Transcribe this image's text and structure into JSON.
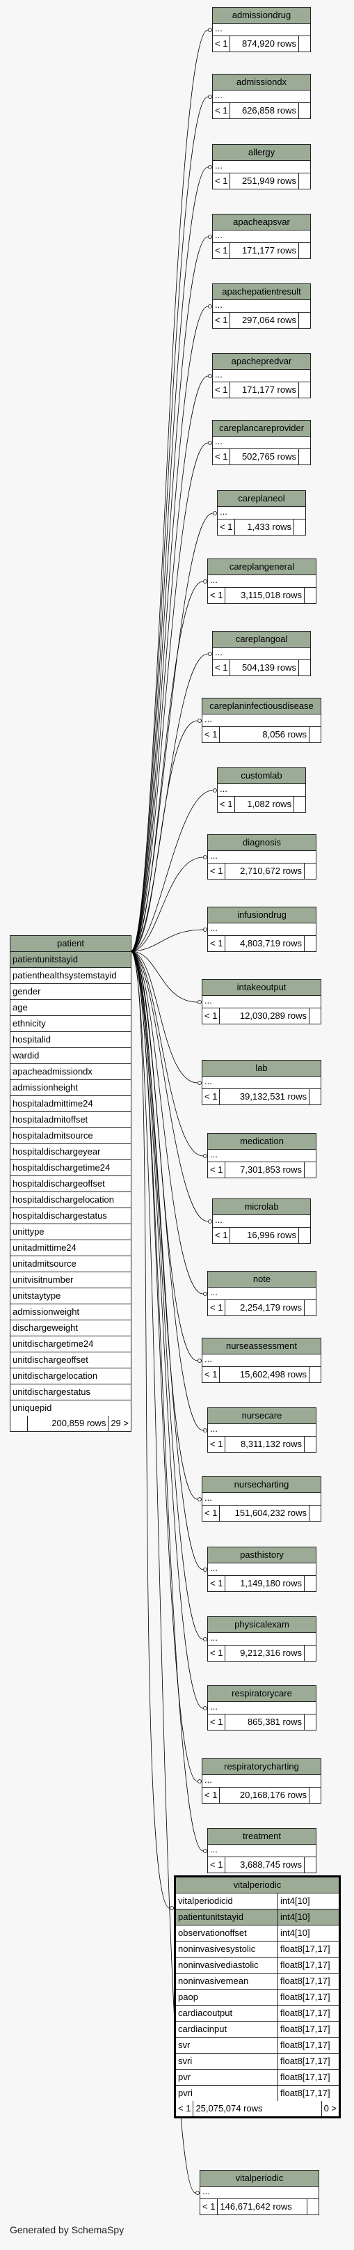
{
  "tables": [
    {
      "name": "admissiondrug",
      "rows": "874,920 rows",
      "rows_prefix": "< 1",
      "ellipsis": "..."
    },
    {
      "name": "admissiondx",
      "rows": "626,858 rows",
      "rows_prefix": "< 1",
      "ellipsis": "..."
    },
    {
      "name": "allergy",
      "rows": "251,949 rows",
      "rows_prefix": "< 1",
      "ellipsis": "..."
    },
    {
      "name": "apacheapsvar",
      "rows": "171,177 rows",
      "rows_prefix": "< 1",
      "ellipsis": "..."
    },
    {
      "name": "apachepatientresult",
      "rows": "297,064 rows",
      "rows_prefix": "< 1",
      "ellipsis": "..."
    },
    {
      "name": "apachepredvar",
      "rows": "171,177 rows",
      "rows_prefix": "< 1",
      "ellipsis": "..."
    },
    {
      "name": "careplancareprovider",
      "rows": "502,765 rows",
      "rows_prefix": "< 1",
      "ellipsis": "..."
    },
    {
      "name": "careplaneol",
      "rows": "1,433 rows",
      "rows_prefix": "< 1",
      "ellipsis": "..."
    },
    {
      "name": "careplangeneral",
      "rows": "3,115,018 rows",
      "rows_prefix": "< 1",
      "ellipsis": "..."
    },
    {
      "name": "careplangoal",
      "rows": "504,139 rows",
      "rows_prefix": "< 1",
      "ellipsis": "..."
    },
    {
      "name": "careplaninfectiousdisease",
      "rows": "8,056 rows",
      "rows_prefix": "< 1",
      "ellipsis": "..."
    },
    {
      "name": "customlab",
      "rows": "1,082 rows",
      "rows_prefix": "< 1",
      "ellipsis": "..."
    },
    {
      "name": "diagnosis",
      "rows": "2,710,672 rows",
      "rows_prefix": "< 1",
      "ellipsis": "..."
    },
    {
      "name": "infusiondrug",
      "rows": "4,803,719 rows",
      "rows_prefix": "< 1",
      "ellipsis": "..."
    },
    {
      "name": "intakeoutput",
      "rows": "12,030,289 rows",
      "rows_prefix": "< 1",
      "ellipsis": "..."
    },
    {
      "name": "lab",
      "rows": "39,132,531 rows",
      "rows_prefix": "< 1",
      "ellipsis": "..."
    },
    {
      "name": "medication",
      "rows": "7,301,853 rows",
      "rows_prefix": "< 1",
      "ellipsis": "..."
    },
    {
      "name": "microlab",
      "rows": "16,996 rows",
      "rows_prefix": "< 1",
      "ellipsis": "..."
    },
    {
      "name": "note",
      "rows": "2,254,179 rows",
      "rows_prefix": "< 1",
      "ellipsis": "..."
    },
    {
      "name": "nurseassessment",
      "rows": "15,602,498 rows",
      "rows_prefix": "< 1",
      "ellipsis": "..."
    },
    {
      "name": "nursecare",
      "rows": "8,311,132 rows",
      "rows_prefix": "< 1",
      "ellipsis": "..."
    },
    {
      "name": "nursecharting",
      "rows": "151,604,232 rows",
      "rows_prefix": "< 1",
      "ellipsis": "..."
    },
    {
      "name": "pasthistory",
      "rows": "1,149,180 rows",
      "rows_prefix": "< 1",
      "ellipsis": "..."
    },
    {
      "name": "physicalexam",
      "rows": "9,212,316 rows",
      "rows_prefix": "< 1",
      "ellipsis": "..."
    },
    {
      "name": "respiratorycare",
      "rows": "865,381 rows",
      "rows_prefix": "< 1",
      "ellipsis": "..."
    },
    {
      "name": "respiratorycharting",
      "rows": "20,168,176 rows",
      "rows_prefix": "< 1",
      "ellipsis": "..."
    },
    {
      "name": "treatment",
      "rows": "3,688,745 rows",
      "rows_prefix": "< 1",
      "ellipsis": "..."
    }
  ],
  "patient": {
    "name": "patient",
    "columns": [
      "patientunitstayid",
      "patienthealthsystemstayid",
      "gender",
      "age",
      "ethnicity",
      "hospitalid",
      "wardid",
      "apacheadmissiondx",
      "admissionheight",
      "hospitaladmittime24",
      "hospitaladmitoffset",
      "hospitaladmitsource",
      "hospitaldischargeyear",
      "hospitaldischargetime24",
      "hospitaldischargeoffset",
      "hospitaldischargelocation",
      "hospitaldischargestatus",
      "unittype",
      "unitadmittime24",
      "unitadmitsource",
      "unitvisitnumber",
      "unitstaytype",
      "admissionweight",
      "dischargeweight",
      "unitdischargetime24",
      "unitdischargeoffset",
      "unitdischargelocation",
      "unitdischargestatus",
      "uniquepid"
    ],
    "rows": "200,859 rows",
    "children": "29 >"
  },
  "vitalperiodic_focus": {
    "name": "vitalperiodic",
    "columns": [
      {
        "name": "vitalperiodicid",
        "type": "int4[10]"
      },
      {
        "name": "patientunitstayid",
        "type": "int4[10]"
      },
      {
        "name": "observationoffset",
        "type": "int4[10]"
      },
      {
        "name": "noninvasivesystolic",
        "type": "float8[17,17]"
      },
      {
        "name": "noninvasivediastolic",
        "type": "float8[17,17]"
      },
      {
        "name": "noninvasivemean",
        "type": "float8[17,17]"
      },
      {
        "name": "paop",
        "type": "float8[17,17]"
      },
      {
        "name": "cardiacoutput",
        "type": "float8[17,17]"
      },
      {
        "name": "cardiacinput",
        "type": "float8[17,17]"
      },
      {
        "name": "svr",
        "type": "float8[17,17]"
      },
      {
        "name": "svri",
        "type": "float8[17,17]"
      },
      {
        "name": "pvr",
        "type": "float8[17,17]"
      },
      {
        "name": "pvri",
        "type": "float8[17,17]"
      }
    ],
    "rows_prefix": "< 1",
    "rows": "25,075,074 rows",
    "children": "0 >"
  },
  "vitalperiodic_small": {
    "name": "vitalperiodic",
    "rows": "146,671,642 rows",
    "rows_prefix": "< 1",
    "ellipsis": "..."
  },
  "footer": "Generated by SchemaSpy",
  "colors": {
    "header": "#9bab96",
    "background": "#f7f7f7",
    "line": "#000000"
  }
}
